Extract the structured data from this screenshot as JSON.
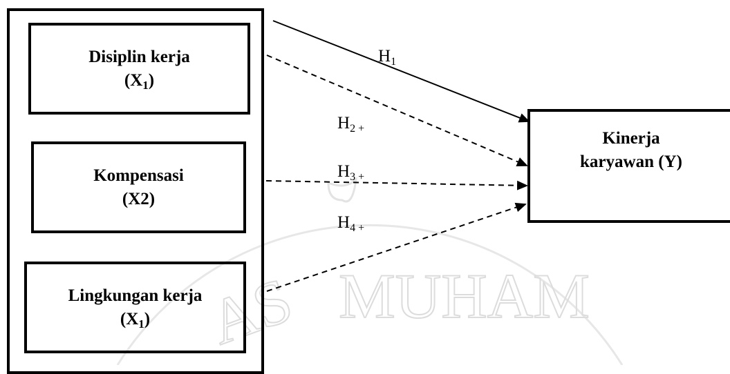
{
  "diagram": {
    "independent_variables": [
      {
        "name": "Disiplin kerja",
        "code": "X",
        "code_sub": "1",
        "code_suffix": ""
      },
      {
        "name": "Kompensasi",
        "code": "(X2)"
      },
      {
        "name": "Lingkungan kerja",
        "code": "X",
        "code_sub": "1",
        "code_suffix": ""
      }
    ],
    "dependent_variable": {
      "line1": "Kinerja",
      "line2": "karyawan (Y)"
    },
    "hypotheses": [
      {
        "main": "H",
        "sub": "1",
        "style": "solid"
      },
      {
        "main": "H",
        "sub": "2 +",
        "style": "dashed"
      },
      {
        "main": "H",
        "sub": "3 +",
        "style": "dashed"
      },
      {
        "main": "H",
        "sub": "4 +",
        "style": "dashed"
      }
    ],
    "watermark_text": "MUHAM",
    "watermark_text_left": "AS"
  }
}
